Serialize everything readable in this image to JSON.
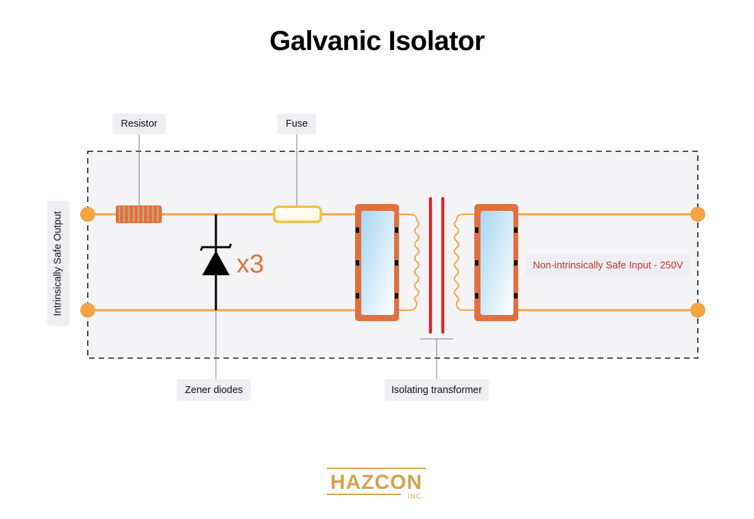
{
  "title": "Galvanic Isolator",
  "labels": {
    "resistor": "Resistor",
    "fuse": "Fuse",
    "zener": "Zener diodes",
    "isolating_transformer": "Isolating transformer",
    "output": "Intrinsically Safe Output",
    "input": "Non-intrinsically Safe Input - 250V"
  },
  "zener_multiplier": "x3",
  "logo": {
    "name": "HAZCON",
    "sub": "INC."
  },
  "colors": {
    "wire": "#f5a043",
    "terminal": "#f4a443",
    "enclosure_fill": "#f4f4f6",
    "core": "#cc2a2a",
    "coil_frame": "#e0703d",
    "accent": "#d4a24c",
    "input_text": "#c0322d"
  }
}
